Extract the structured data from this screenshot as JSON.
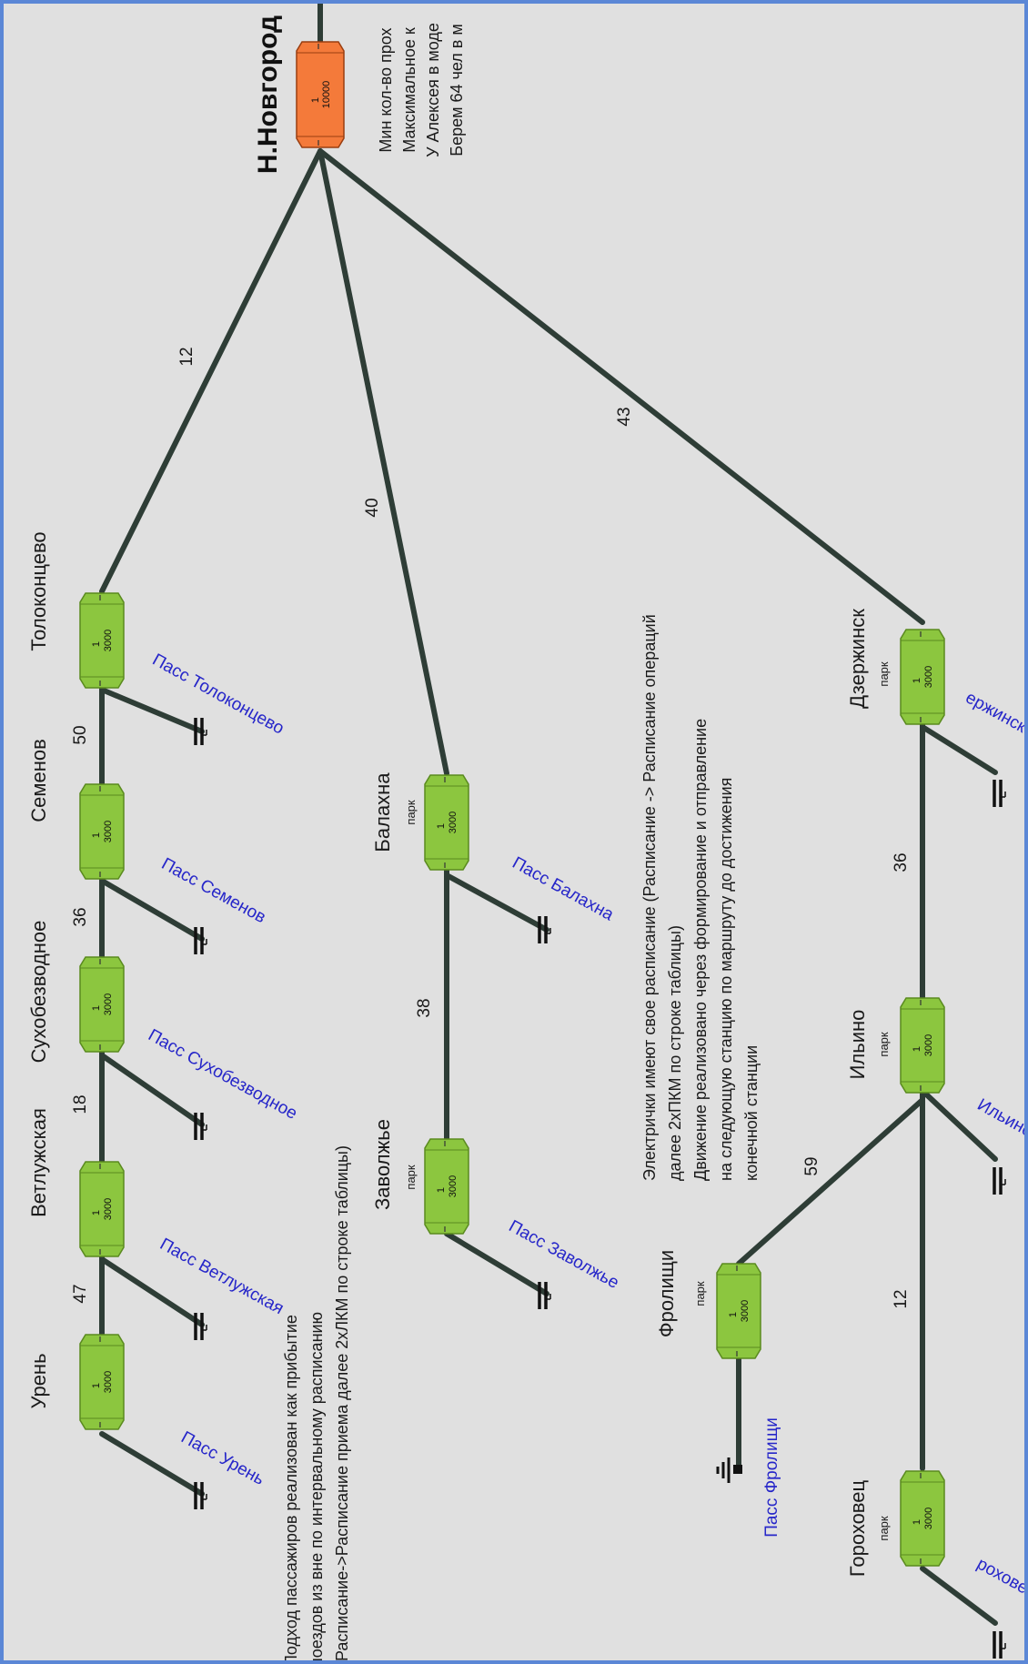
{
  "colors": {
    "background": "#e0e0e0",
    "frame_border": "#5b87d6",
    "track": "#2e3d36",
    "station_fill": "#8cc63f",
    "hub_fill": "#f47a3a",
    "passenger_label": "#2626c9"
  },
  "hub": {
    "name": "Н.Новгород",
    "cap_top": "1",
    "cap_bottom": "10000"
  },
  "hub_note": [
    "Мин кол-во прох",
    "Максимальное к",
    "У Алексея в моде",
    "Берем 64 чел в м"
  ],
  "stations": [
    {
      "id": "tolokontsevo",
      "name": "Толоконцево",
      "sub": "",
      "cap_top": "1",
      "cap_bottom": "3000",
      "pass_label": "Пасс Толоконцево"
    },
    {
      "id": "semenov",
      "name": "Семенов",
      "sub": "",
      "cap_top": "1",
      "cap_bottom": "3000",
      "pass_label": "Пасс Семенов"
    },
    {
      "id": "sukhobezvodnoe",
      "name": "Сухобезводное",
      "sub": "",
      "cap_top": "1",
      "cap_bottom": "3000",
      "pass_label": "Пасс Сухобезводное"
    },
    {
      "id": "vetluzhskaya",
      "name": "Ветлужская",
      "sub": "",
      "cap_top": "1",
      "cap_bottom": "3000",
      "pass_label": "Пасс Ветлужская"
    },
    {
      "id": "uren",
      "name": "Урень",
      "sub": "",
      "cap_top": "1",
      "cap_bottom": "3000",
      "pass_label": "Пасс Урень"
    },
    {
      "id": "balakhna",
      "name": "Балахна",
      "sub": "парк",
      "cap_top": "1",
      "cap_bottom": "3000",
      "pass_label": "Пасс Балахна"
    },
    {
      "id": "zavolzhye",
      "name": "Заволжье",
      "sub": "парк",
      "cap_top": "1",
      "cap_bottom": "3000",
      "pass_label": "Пасс Заволжье"
    },
    {
      "id": "dzerzhinsk",
      "name": "Дзержинск",
      "sub": "парк",
      "cap_top": "1",
      "cap_bottom": "3000",
      "pass_label": "ержинск"
    },
    {
      "id": "ilyino",
      "name": "Ильино",
      "sub": "парк",
      "cap_top": "1",
      "cap_bottom": "3000",
      "pass_label": "Ильино"
    },
    {
      "id": "frolishchi",
      "name": "Фролищи",
      "sub": "парк",
      "cap_top": "1",
      "cap_bottom": "3000",
      "pass_label": "Пасс Фролищи"
    },
    {
      "id": "gorokhovets",
      "name": "Гороховец",
      "sub": "парк",
      "cap_top": "1",
      "cap_bottom": "3000",
      "pass_label": "роховец"
    }
  ],
  "distances": [
    {
      "id": "hub-tolokontsevo",
      "value": "12"
    },
    {
      "id": "hub-balakhna",
      "value": "40"
    },
    {
      "id": "hub-dzerzhinsk",
      "value": "43"
    },
    {
      "id": "tolokontsevo-semenov",
      "value": "50"
    },
    {
      "id": "semenov-sukhobezvodnoe",
      "value": "36"
    },
    {
      "id": "sukhobezvodnoe-vetluzhskaya",
      "value": "18"
    },
    {
      "id": "vetluzhskaya-uren",
      "value": "47"
    },
    {
      "id": "balakhna-zavolzhye",
      "value": "38"
    },
    {
      "id": "dzerzhinsk-ilyino",
      "value": "36"
    },
    {
      "id": "ilyino-frolishchi",
      "value": "59"
    },
    {
      "id": "ilyino-gorokhovets",
      "value": "12"
    }
  ],
  "notes": {
    "left": [
      "Подход пассажиров реализован как прибытие",
      "поездов из вне по интервальному расписанию",
      "(Расписание->Расписание приема далее 2хЛКМ по строке таблицы)"
    ],
    "middle": [
      "Электрички имеют свое расписание (Расписание -> Расписание операций",
      "далее 2хПКМ по строке таблицы)",
      "Движение реализовано через формирование и отправление",
      "на следующую станцию по маршруту до достижения",
      "конечной станции"
    ]
  }
}
